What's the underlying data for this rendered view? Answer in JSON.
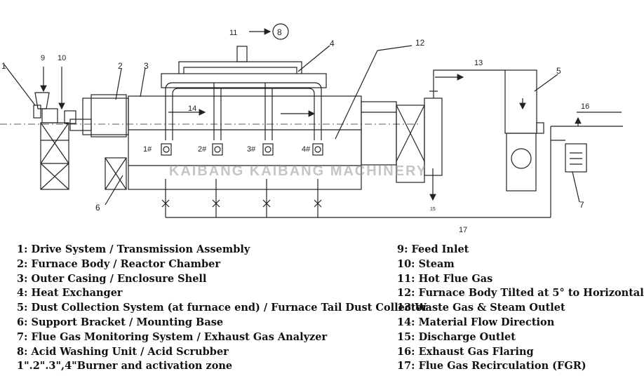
{
  "diagram_labels": {
    "l1": "1",
    "l2": "2",
    "l3": "3",
    "l4": "4",
    "l5": "5",
    "l6": "6",
    "l7": "7",
    "l8": "8",
    "l9": "9",
    "l10": "10",
    "l11": "11",
    "l12": "12",
    "l13": "13",
    "l14": "14",
    "l15": "15",
    "l16": "16",
    "l17": "17",
    "b1": "1#",
    "b2": "2#",
    "b3": "3#",
    "b4": "4#"
  },
  "watermark": "KAIBANG KAIBANG MACHINERY",
  "legend_left": [
    "1: Drive System / Transmission Assembly",
    "2: Furnace Body / Reactor Chamber",
    "3: Outer Casing / Enclosure Shell",
    "4: Heat Exchanger",
    "5: Dust Collection System (at furnace end) / Furnace Tail Dust Collector",
    "6: Support Bracket / Mounting Base",
    "7: Flue Gas Monitoring System / Exhaust Gas Analyzer",
    "8: Acid Washing Unit / Acid Scrubber",
    "1\".2\".3\",4\"Burner and activation zone"
  ],
  "legend_right": [
    "9: Feed Inlet",
    "10: Steam",
    "11: Hot Flue Gas",
    "12: Furnace Body Tilted at 5° to Horizontal",
    "13:Waste Gas & Steam Outlet",
    "14: Material Flow Direction",
    "15: Discharge Outlet",
    "16: Exhaust Gas Flaring",
    "17: Flue Gas Recirculation (FGR)"
  ]
}
